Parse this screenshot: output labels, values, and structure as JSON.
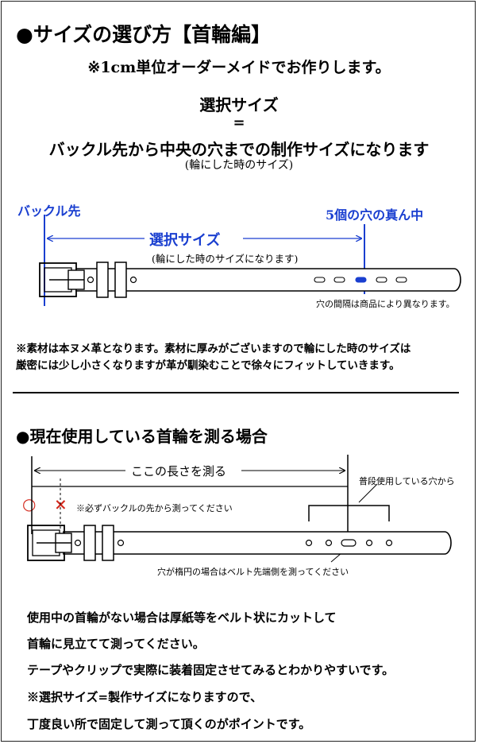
{
  "section1": {
    "title": "●サイズの選び方【首輪編】",
    "subtitle": "※1cm単位オーダーメイドでお作りします。",
    "select_size": "選択サイズ",
    "equals": "=",
    "definition": "バックル先から中央の穴までの制作サイズになります",
    "definition_note": "(輪にした時のサイズ)",
    "label_buckle_tip": "バックル先",
    "label_center_hole": "5個の穴の真ん中",
    "arrow_label": "選択サイズ",
    "arrow_note": "(輪にした時のサイズになります)",
    "hole_note": "穴の間隔は商品により異なります。",
    "material_note_1": "※素材は本ヌメ革となります。素材に厚みがございますので輪にした時のサイズは",
    "material_note_2": "厳密には少し小さくなりますが革が馴染むことで徐々にフィットしていきます。"
  },
  "section2": {
    "title": "●現在使用している首輪を測る場合",
    "measure_label": "ここの長さを測る",
    "usual_hole": "普段使用している穴から",
    "correct_mark": "○",
    "wrong_mark": "×",
    "buckle_note": "※必ずバックルの先から測ってください",
    "oval_note": "穴が楕円の場合はベルト先端側を測ってください",
    "para_1": "使用中の首輪がない場合は厚紙等をベルト状にカットして",
    "para_2": "首輪に見立てて測ってください。",
    "para_3": "テープやクリップで実際に装着固定させてみるとわかりやすいです。",
    "para_4": "※選択サイズ=製作サイズになりますので、",
    "para_5": "丁度良い所で固定して測って頂くのがポイントです。"
  },
  "colors": {
    "accent_blue": "#1a3fd0",
    "mark_red": "#d4281c"
  }
}
